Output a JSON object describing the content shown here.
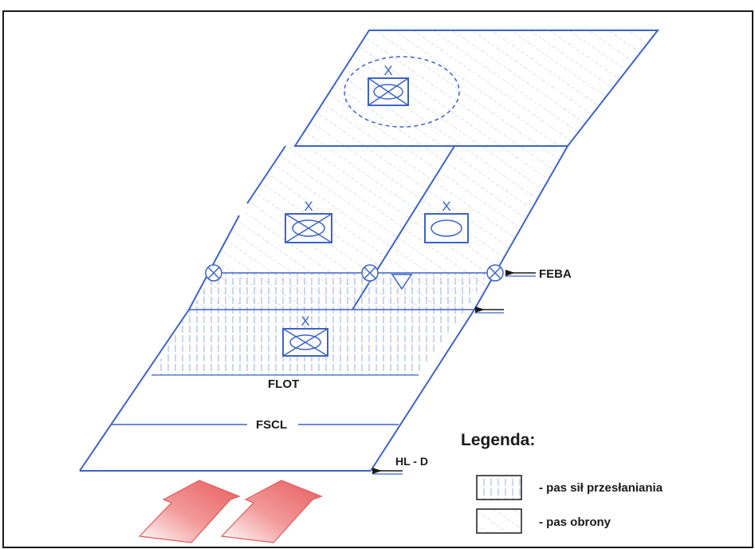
{
  "labels": {
    "feba": "FEBA",
    "flot": "FLOT",
    "fscl": "FSCL",
    "hld": "HL - D"
  },
  "unit_marker": "X",
  "legend": {
    "title": "Legenda:",
    "items": [
      {
        "pattern": "vertical",
        "text": "- pas sił przesłaniania"
      },
      {
        "pattern": "diagonal",
        "text": "- pas obrony"
      }
    ]
  },
  "colors": {
    "line": "#3d63c9",
    "hatch": "#8fa5d6",
    "arrow": "#ef6c6c",
    "frame": "#1a1a1a"
  }
}
